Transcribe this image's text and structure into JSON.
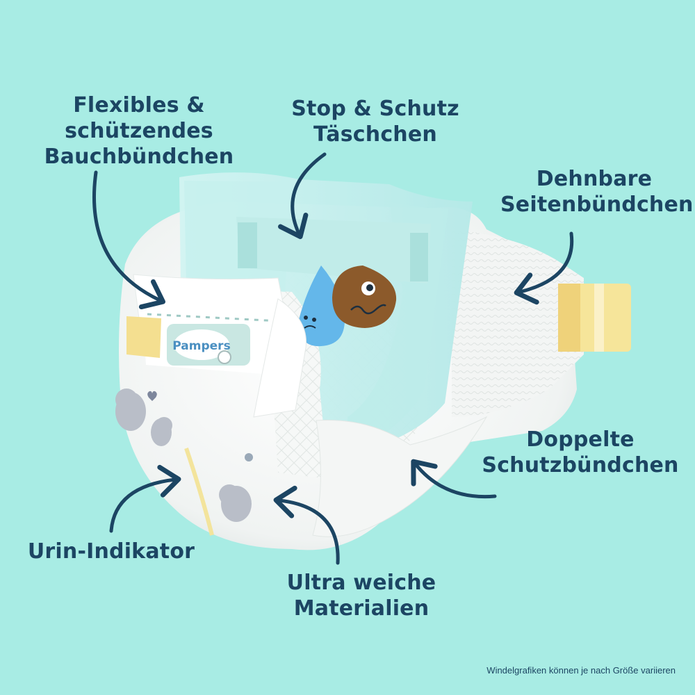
{
  "labels": {
    "waistband": "Flexibles &\nschützendes\nBauchbündchen",
    "pocket": "Stop & Schutz\nTäschchen",
    "sidepanels": "Dehnbare\nSeitenbündchen",
    "cuffs": "Doppelte\nSchutzbündchen",
    "indicator": "Urin-Indikator",
    "materials": "Ultra weiche\nMaterialien"
  },
  "brand": "Pampers",
  "footnote": "Windelgrafiken können je nach Größe variieren",
  "colors": {
    "background": "#a8ece4",
    "text": "#1c4563",
    "arrow": "#1c4563",
    "diaper": "#f7f9f8",
    "cuff": "#bfeeed",
    "tab": "#f6e59a"
  }
}
